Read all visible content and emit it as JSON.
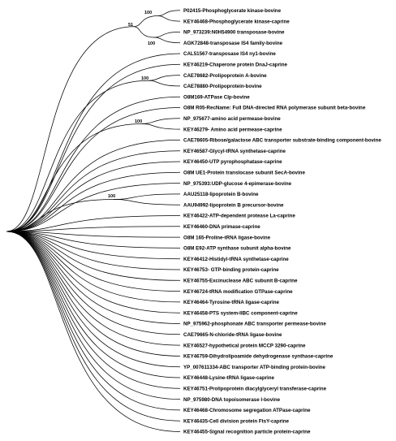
{
  "tree": {
    "leaves": [
      "P02415-Phosphoglycerate kinase-bovine",
      "KEY46468-Phosphoglycerate kinase-caprine",
      "NP_973239:N0H54900 transposase-bovine",
      "AGK72848-transposase IS4 family-bovine",
      "CAL51567-transposase IS4 ny1-bovine",
      "KEY46219-Chaperone protein DnaJ-caprine",
      "CAE78682-Prolipoprotein A-bovine",
      "CAE78880-Prolipoprotein-bovine",
      "O8M169-ATPase Clp-bovine",
      "O8M R05-RecName: Full DNA-directed RNA polymerase subunit beta-bovine",
      "NP_975677-amino acid permease-bovine",
      "KEY46279- Amino acid permease-caprine",
      "CAE78605-Ribose/galactose ABC transporter substrate-binding component-bovine",
      "KEY46587-Glycyl-tRNA synthetase-caprine",
      "KEY46450-UTP pyrophosphatase-caprine",
      "O8M UE1-Protein translocase subunit SecA-bovine",
      "NP_975393:UDP-glucose 4-epimerase-bovine",
      "AAU25118-lipoprotein B-bovine",
      "AAU94992-lipoprotein B precursor-bovine",
      "KEY46422-ATP-dependent protease La-caprine",
      "KEY46460-DNA primase-caprine",
      "O8M 165-Proline-tRNA ligase-bovine",
      "O8M E92-ATP synthase subunit alpha-bovine",
      "KEY46412-Histidyl-tRNA synthetase-caprine",
      "KEY46753- GTP-binding protein-caprine",
      "KEY46755-Excinuclease ABC subunit B-caprine",
      "KEY46724-tRNA modification GTPase-caprine",
      "KEY46464-Tyrosine-tRNA ligase-caprine",
      "KEY46458-PTS system-IIBC component-caprine",
      "NP_975962-phosphonate ABC transporter permease-bovine",
      "CAE79665-N-chloride-tRNA ligase-bovine",
      "KEY46527-hypothetical protein MCCP 3290-caprine",
      "KEY46759-Dihydrolipoamide dehydrogenase synthase-caprine",
      "YP_007611334-ABC transporter ATP-binding protein-bovine",
      "KEY46448-Lysine-tRNA ligase-caprine",
      "KEY46751-Prolipoprotein diacylglyceryl transferase-caprine",
      "NP_975980-DNA topoisomerase I-bovine",
      "KEY46468-Chromosome segregation ATPase-caprine",
      "KEY46435-Cell division protein FtsY-caprine",
      "KEY46455-Signal recognition particle protein-caprine"
    ],
    "support_values": [
      "100",
      "51",
      "100",
      "100",
      "100",
      "100"
    ]
  }
}
